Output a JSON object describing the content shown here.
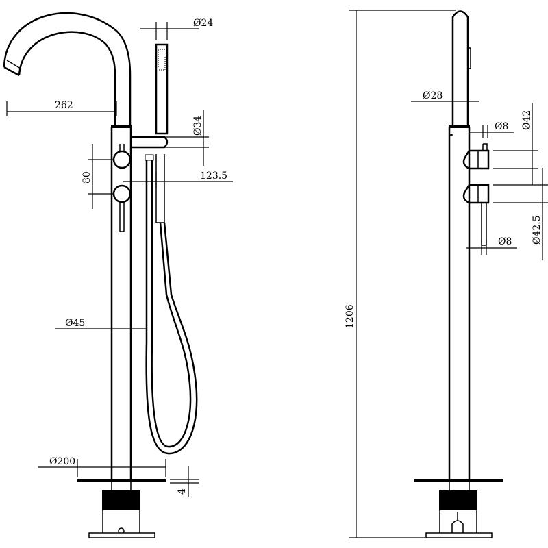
{
  "title": "Freestanding bath mixer technical drawing",
  "front_view": {
    "dims": {
      "spout_reach": "262",
      "handshower_dia": "Ø24",
      "holder_dia": "Ø34",
      "handle_spacing": "80",
      "holder_offset": "123.5",
      "column_dia": "Ø45",
      "base_dia": "Ø200",
      "base_thickness": "4"
    }
  },
  "side_view": {
    "dims": {
      "overall_height": "1206",
      "top_dia": "Ø28",
      "lever_top_dia": "Ø8",
      "handle_top_dia": "Ø42",
      "handle_bottom_dia": "Ø42.5",
      "lever_bottom_dia": "Ø8"
    }
  }
}
